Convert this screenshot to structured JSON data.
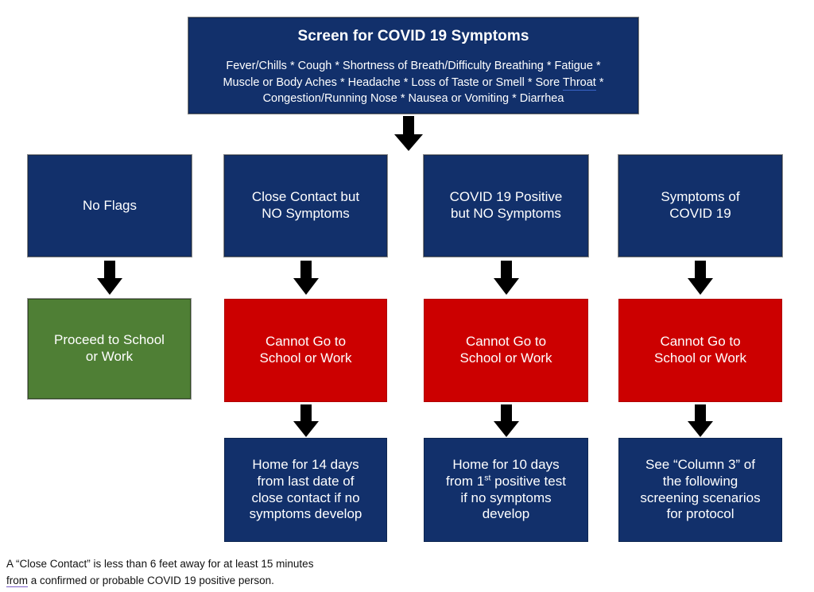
{
  "header": {
    "title": "Screen for COVID 19 Symptoms",
    "symptoms_line_1": "Fever/Chills * Cough * Shortness of Breath/Difficulty Breathing * Fatigue *",
    "symptoms_line_2_a": "Muscle or Body Aches * Headache * Loss of Taste or Smell * Sore ",
    "symptoms_line_2_b": "Throat",
    "symptoms_line_2_c": "  *",
    "symptoms_line_3": "Congestion/Running Nose * Nausea or Vomiting * Diarrhea"
  },
  "columns": [
    {
      "condition": "No Flags",
      "outcome": "Proceed to School or Work",
      "outcome_color": "#4F7F35",
      "detail": null
    },
    {
      "condition": "Close Contact but NO Symptoms",
      "outcome": "Cannot Go to School or Work",
      "outcome_color": "#CC0000",
      "detail_line_1": "Home for 14 days",
      "detail_line_2": "from last date of",
      "detail_line_3": "close contact if no",
      "detail_line_4": "symptoms develop"
    },
    {
      "condition": "COVID 19 Positive but NO Symptoms",
      "outcome": "Cannot Go to School or Work",
      "outcome_color": "#CC0000",
      "detail_line_1": "Home for 10 days",
      "detail_line_2_pre": "from 1",
      "detail_line_2_sup": "st",
      "detail_line_2_post": " positive test",
      "detail_line_3": "if no symptoms",
      "detail_line_4": "develop"
    },
    {
      "condition": "Symptoms of COVID 19",
      "outcome": "Cannot Go to School or Work",
      "outcome_color": "#CC0000",
      "detail_line_1": "See “Column 3” of",
      "detail_line_2": "the following",
      "detail_line_3": "screening scenarios",
      "detail_line_4": "for protocol"
    }
  ],
  "condition_labels": {
    "no_flags_l1": "No Flags",
    "close_contact_l1": "Close Contact but",
    "close_contact_l2": "NO Symptoms",
    "positive_l1": "COVID 19 Positive",
    "positive_l2": "but NO Symptoms",
    "symptoms_l1": "Symptoms of",
    "symptoms_l2": "COVID 19"
  },
  "outcome_labels": {
    "proceed_l1": "Proceed to School",
    "proceed_l2": "or Work",
    "cannot_l1": "Cannot Go to",
    "cannot_l2": "School or Work"
  },
  "footnote": {
    "line_1": "A “Close Contact” is less than 6 feet away for at least 15 minutes",
    "line_2_a": "from",
    "line_2_b": " a confirmed or probable COVID 19 positive person."
  },
  "colors": {
    "navy": "#12306B",
    "green": "#4F7F35",
    "red": "#CC0000",
    "arrow": "#000000",
    "background": "#FFFFFF"
  }
}
